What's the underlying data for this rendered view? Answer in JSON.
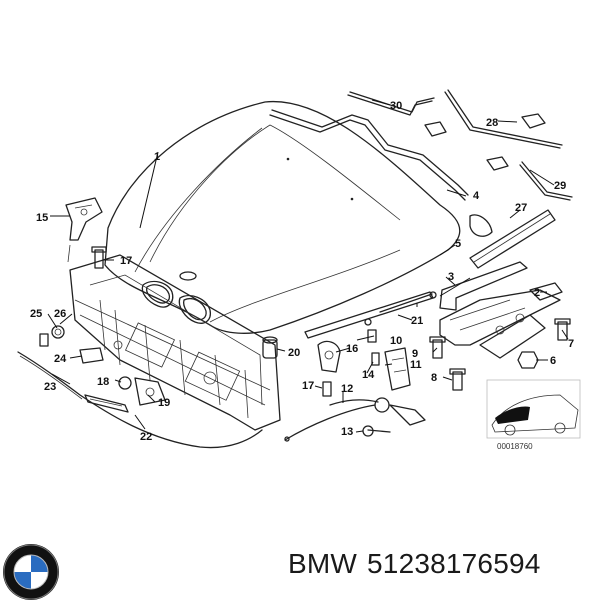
{
  "diagram": {
    "callouts": [
      "1",
      "2",
      "3",
      "4",
      "5",
      "6",
      "7",
      "8",
      "9",
      "10",
      "11",
      "12",
      "13",
      "14",
      "15",
      "16",
      "17",
      "18",
      "19",
      "20",
      "21",
      "22",
      "23",
      "24",
      "25",
      "26",
      "27",
      "28",
      "29",
      "30"
    ],
    "reference_code": "00018760"
  },
  "footer": {
    "brand": "BMW",
    "part_number": "51238176594",
    "logo_icon": "bmw-roundel-icon"
  },
  "colors": {
    "line": "#222222",
    "roundel_blue": "#2a6cc0",
    "roundel_ring": "#111111"
  }
}
